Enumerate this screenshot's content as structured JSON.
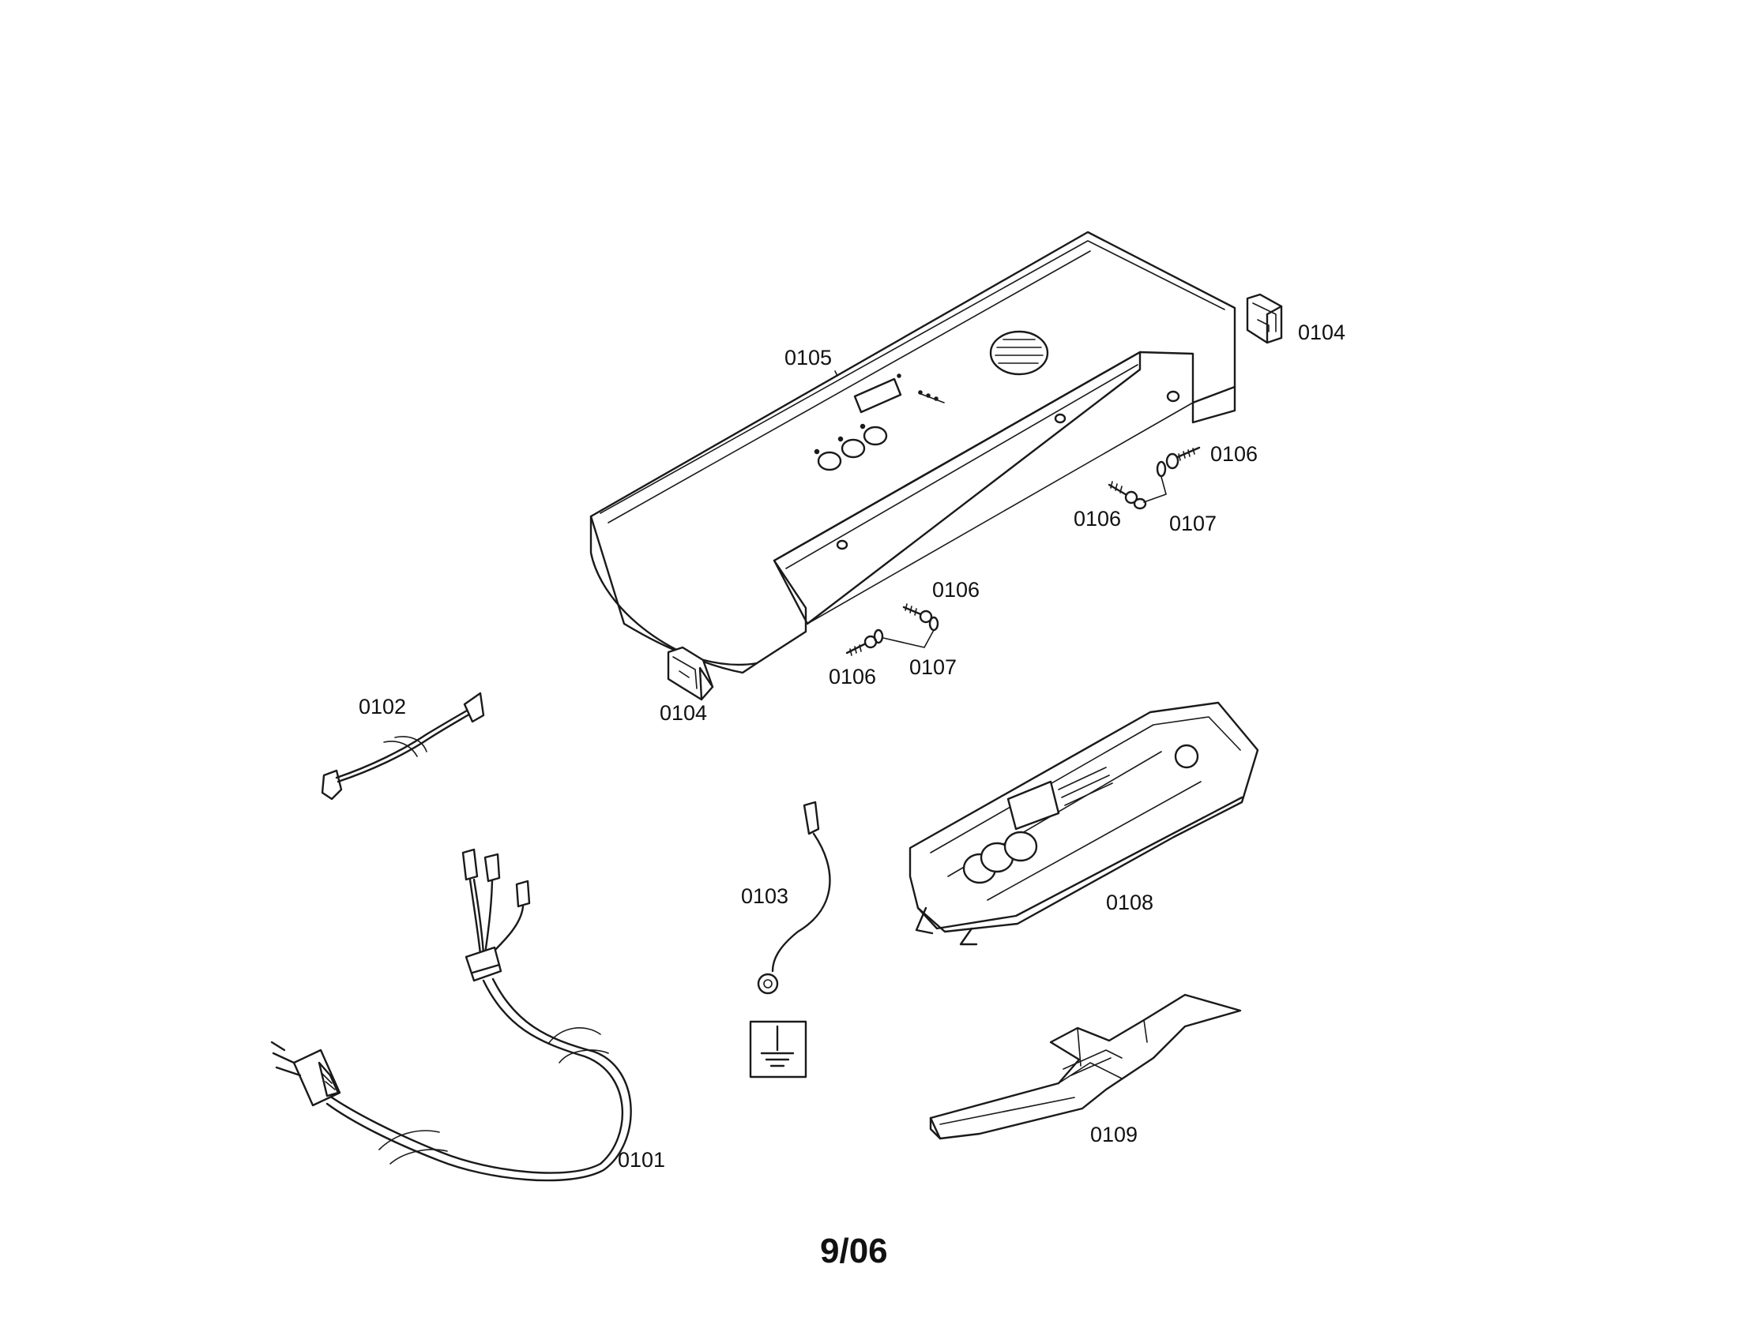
{
  "labels": {
    "p0101": "0101",
    "p0102": "0102",
    "p0103": "0103",
    "p0104_right": "0104",
    "p0104_left": "0104",
    "p0105": "0105",
    "p0106_a": "0106",
    "p0106_b": "0106",
    "p0106_c": "0106",
    "p0106_d": "0106",
    "p0107_a": "0107",
    "p0107_b": "0107",
    "p0108": "0108",
    "p0109": "0109"
  },
  "footer": {
    "date_code": "9/06"
  }
}
